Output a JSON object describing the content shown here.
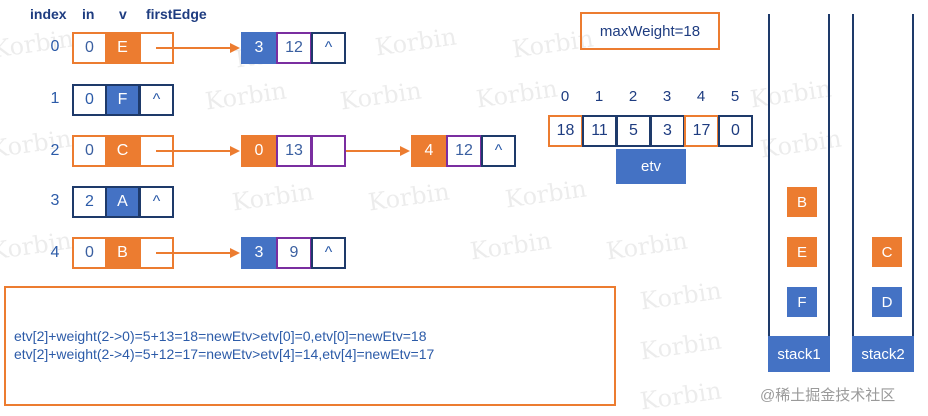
{
  "headers": {
    "index": "index",
    "in": "in",
    "v": "v",
    "first_edge": "firstEdge"
  },
  "vertices": [
    {
      "index": "0",
      "in": "0",
      "v": "E",
      "first_edge": ""
    },
    {
      "index": "1",
      "in": "0",
      "v": "F",
      "first_edge": "^"
    },
    {
      "index": "2",
      "in": "0",
      "v": "C",
      "first_edge": ""
    },
    {
      "index": "3",
      "in": "2",
      "v": "A",
      "first_edge": "^"
    },
    {
      "index": "4",
      "in": "0",
      "v": "B",
      "first_edge": ""
    }
  ],
  "edges": {
    "row0": [
      {
        "adj": "3",
        "weight": "12",
        "next": "^"
      }
    ],
    "row2": [
      {
        "adj": "0",
        "weight": "13",
        "next": ""
      },
      {
        "adj": "4",
        "weight": "12",
        "next": "^"
      }
    ],
    "row4": [
      {
        "adj": "3",
        "weight": "9",
        "next": "^"
      }
    ]
  },
  "max_weight": "maxWeight=18",
  "etv": {
    "label": "etv",
    "indices": [
      "0",
      "1",
      "2",
      "3",
      "4",
      "5"
    ],
    "values": [
      "18",
      "11",
      "5",
      "3",
      "17",
      "0"
    ]
  },
  "stack1": {
    "label": "stack1",
    "items": [
      "B",
      "E",
      "F"
    ]
  },
  "stack2": {
    "label": "stack2",
    "items": [
      "C",
      "D"
    ]
  },
  "log_lines": [
    "etv[2]+weight(2->0)=5+13=18=newEtv>etv[0]=0,etv[0]=newEtv=18",
    "etv[2]+weight(2->4)=5+12=17=newEtv>etv[4]=14,etv[4]=newEtv=17"
  ],
  "watermark": {
    "text": "Korbin",
    "footer": "@稀土掘金技术社区"
  },
  "colors": {
    "orange": "#ec7c30",
    "blue": "#4472c4",
    "purple": "#7a2ea0",
    "navy": "#1e3a6a"
  }
}
